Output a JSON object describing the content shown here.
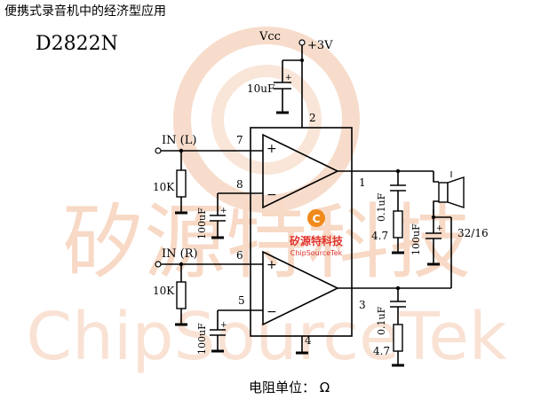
{
  "header": {
    "title": "便携式录音机中的经济型应用",
    "part_number": "D2822N"
  },
  "watermark": {
    "line1": "矽源特科技",
    "line2": "ChipSourceTek",
    "logo_cn": "矽源特科技",
    "logo_en": "ChipSourceTek",
    "color": "#f5d7c4"
  },
  "supply": {
    "vcc_label": "Vcc",
    "voltage": "+3V",
    "cap": "10uF",
    "pin": "2"
  },
  "left_channel": {
    "input_label": "IN (L)",
    "resistor": "10K",
    "in_pin": "7",
    "fb_pin": "8",
    "fb_cap": "100uF",
    "out_pin": "1",
    "snubber_cap": "0.1uF",
    "snubber_res": "4.7",
    "coupling_cap": "100uF"
  },
  "right_channel": {
    "input_label": "IN (R)",
    "resistor": "10K",
    "in_pin": "6",
    "fb_pin": "5",
    "fb_cap": "100uF",
    "out_pin": "3",
    "snubber_cap": "0.1uF",
    "snubber_res": "4.7"
  },
  "ground_pin": "4",
  "speaker_label": "32/16",
  "amp_signs": {
    "plus": "+",
    "minus": "−"
  },
  "footer": {
    "unit_note": "电阻单位：  Ω"
  }
}
